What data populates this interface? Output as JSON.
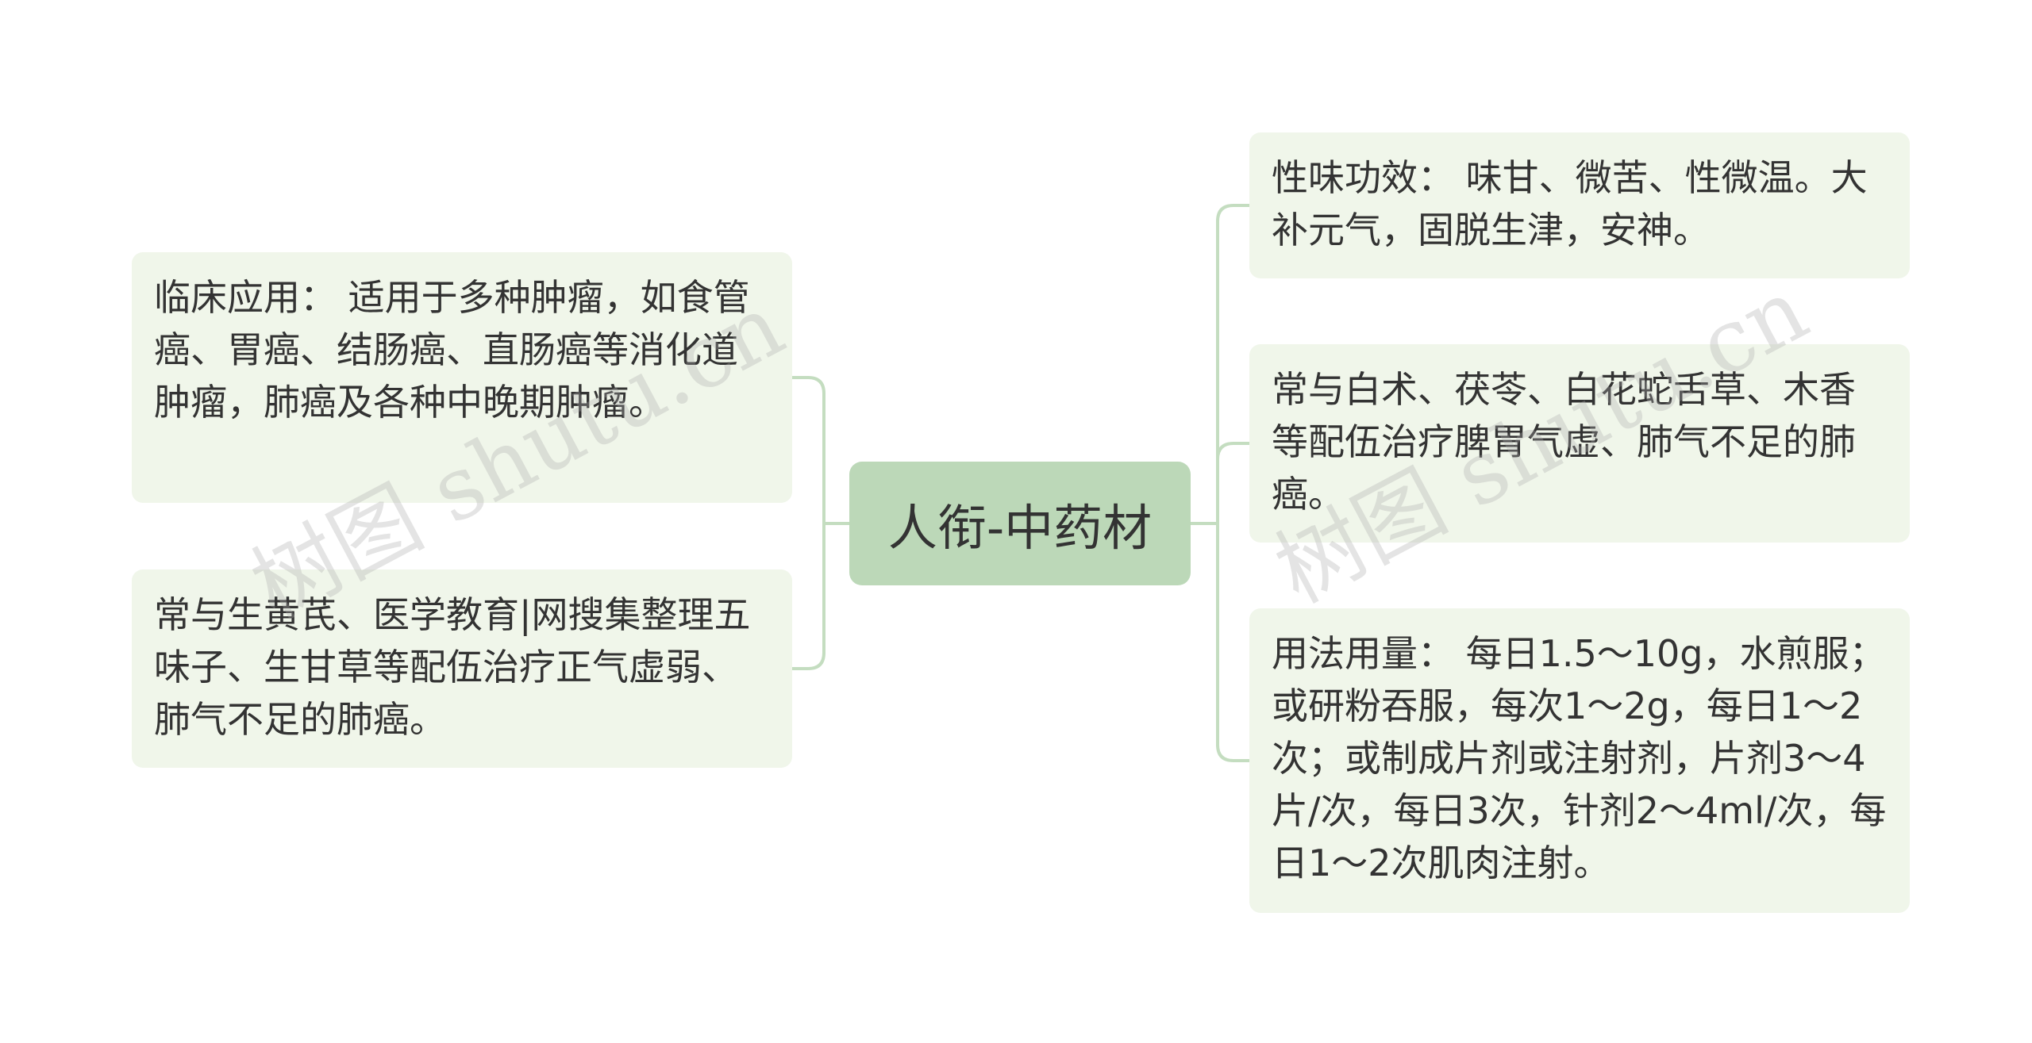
{
  "root": {
    "label": "人衔-中药材"
  },
  "left_nodes": [
    {
      "text": "临床应用： 适用于多种肿瘤，如食管癌、胃癌、结肠癌、直肠癌等消化道肿瘤，肺癌及各种中晚期肿瘤。"
    },
    {
      "text": "常与生黄芪、医学教育|网搜集整理五味子、生甘草等配伍治疗正气虚弱、肺气不足的肺癌。"
    }
  ],
  "right_nodes": [
    {
      "text": "性味功效： 味甘、微苦、性微温。大补元气，固脱生津，安神。"
    },
    {
      "text": "常与白术、茯苓、白花蛇舌草、木香等配伍治疗脾胃气虚、肺气不足的肺癌。"
    },
    {
      "text": "用法用量： 每日1.5～10g，水煎服；或研粉吞服，每次1～2g，每日1～2次；或制成片剂或注射剂，片剂3～4片/次，每日3次，针剂2～4ml/次，每日1～2次肌肉注射。"
    }
  ],
  "watermarks": [
    "树图 shutu.cn",
    "树图 shutu.cn"
  ],
  "colors": {
    "root_fill": "#bcd8b8",
    "node_fill": "#f0f6ea",
    "connector": "#c4ddc0",
    "text": "#333333"
  }
}
